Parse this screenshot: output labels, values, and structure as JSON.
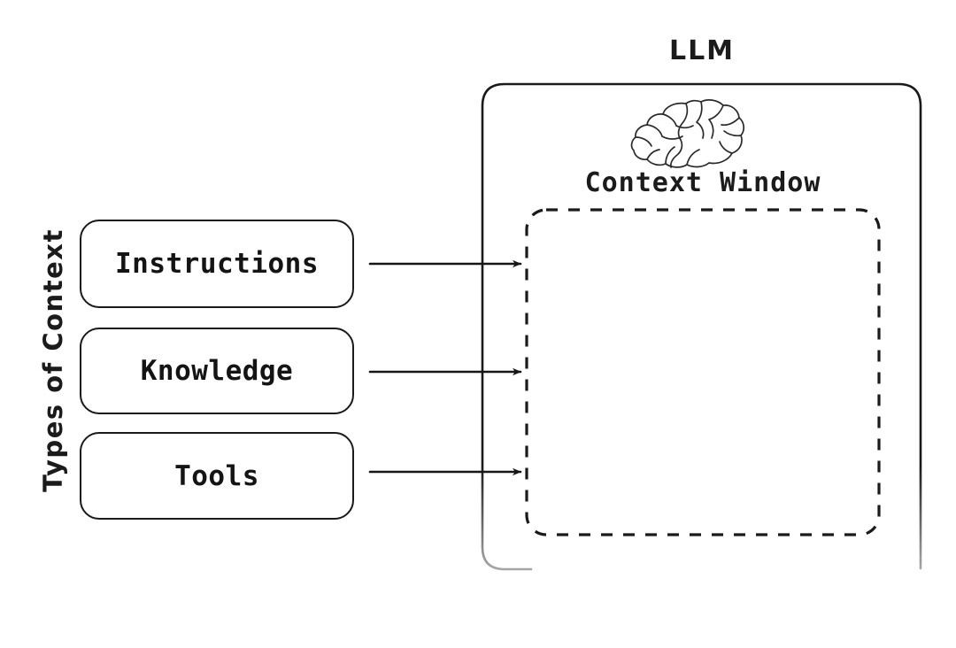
{
  "diagram": {
    "title": "LLM",
    "background_color": "#ffffff",
    "stroke_color": "#1a1a1a",
    "axis_label": "Types of Context",
    "brain_icon_name": "brain-icon"
  },
  "llm": {
    "title": "LLM",
    "inner_title": "Context Window",
    "icon": "brain-icon"
  },
  "context_types": [
    {
      "label": "Instructions",
      "icon": "rounded-box"
    },
    {
      "label": "Knowledge",
      "icon": "rounded-box"
    },
    {
      "label": "Tools",
      "icon": "rounded-box"
    }
  ],
  "connectors": [
    {
      "from": "Instructions",
      "to": "Context Window",
      "style": "arrow"
    },
    {
      "from": "Knowledge",
      "to": "Context Window",
      "style": "arrow"
    },
    {
      "from": "Tools",
      "to": "Context Window",
      "style": "arrow"
    }
  ],
  "chart_data": {
    "type": "diagram",
    "title": "LLM",
    "nodes": [
      {
        "id": "instructions",
        "label": "Instructions",
        "group": "Types of Context"
      },
      {
        "id": "knowledge",
        "label": "Knowledge",
        "group": "Types of Context"
      },
      {
        "id": "tools",
        "label": "Tools",
        "group": "Types of Context"
      },
      {
        "id": "context-window",
        "label": "Context Window",
        "group": "LLM"
      }
    ],
    "edges": [
      {
        "source": "instructions",
        "target": "context-window"
      },
      {
        "source": "knowledge",
        "target": "context-window"
      },
      {
        "source": "tools",
        "target": "context-window"
      }
    ]
  }
}
